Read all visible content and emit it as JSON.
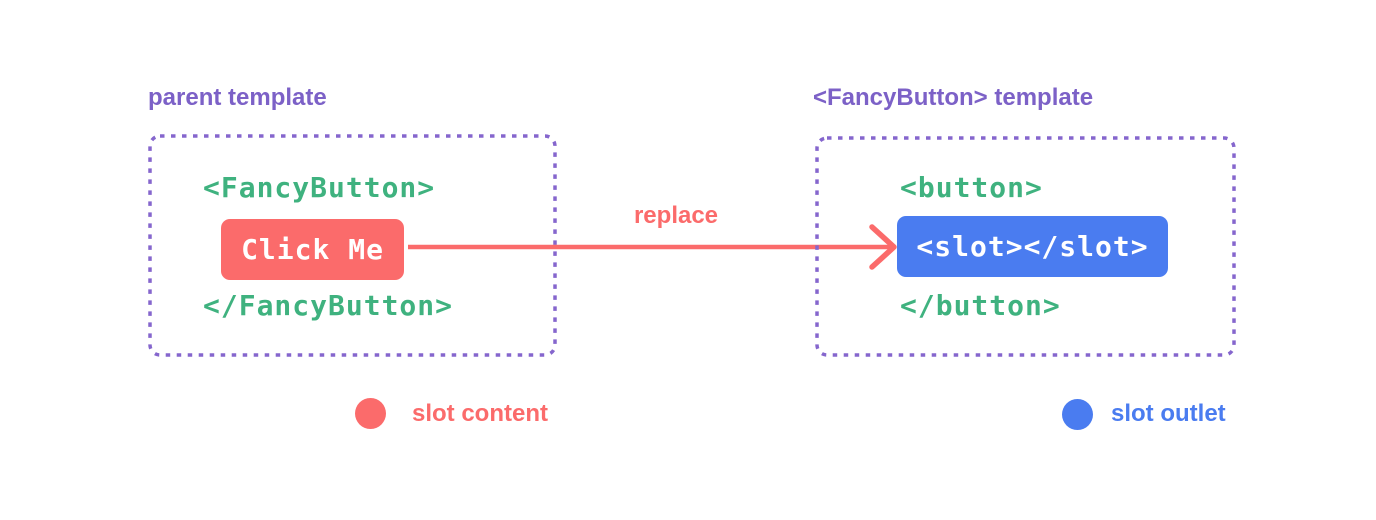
{
  "diagram": {
    "left_panel": {
      "title": "parent template",
      "open_tag": "<FancyButton>",
      "button_label": "Click Me",
      "close_tag": "</FancyButton>"
    },
    "arrow": {
      "label": "replace"
    },
    "right_panel": {
      "title": "<FancyButton> template",
      "open_tag": "<button>",
      "slot_code": "<slot></slot>",
      "close_tag": "</button>"
    },
    "legend": {
      "slot_content": {
        "label": "slot content",
        "color": "#fb6b6b"
      },
      "slot_outlet": {
        "label": "slot outlet",
        "color": "#4a7cf0"
      }
    },
    "colors": {
      "title_purple": "#7c61c7",
      "border_purple": "#8566cd",
      "code_green": "#3fb27f",
      "accent_red": "#fb6b6b",
      "accent_blue": "#4a7cf0",
      "code_text_white": "#ffffff",
      "background": "#ffffff"
    }
  }
}
